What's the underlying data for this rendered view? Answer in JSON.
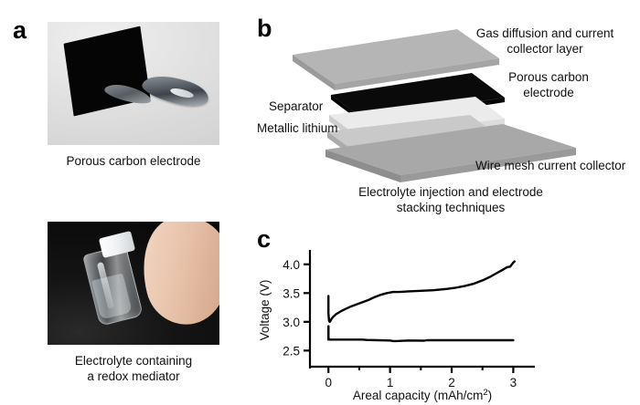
{
  "figure": {
    "panels": {
      "a": "a",
      "b": "b",
      "c": "c"
    }
  },
  "panel_a": {
    "photos": [
      {
        "name": "porous-carbon-electrode-photo",
        "caption": "Porous carbon electrode",
        "subject": "black square porous carbon electrode held by a metal spatula on a light gray background"
      },
      {
        "name": "electrolyte-vial-photo",
        "caption": "Electrolyte containing\na redox mediator",
        "subject": "clear glass vial with white cap held between fingers on a black background"
      }
    ]
  },
  "panel_b": {
    "layers": [
      {
        "id": "gas-diffusion-layer",
        "label": "Gas diffusion and current\ncollector layer",
        "color": "#b5b5b5"
      },
      {
        "id": "porous-carbon-electrode",
        "label": "Porous carbon\nelectrode",
        "color": "#0a0a0a"
      },
      {
        "id": "separator",
        "label": "Separator",
        "color": "#e8e8e8"
      },
      {
        "id": "metallic-lithium",
        "label": "Metallic lithium",
        "color": "#c9c9c9"
      },
      {
        "id": "wire-mesh-current-collector",
        "label": "Wire mesh current collector",
        "color": "#a8a8a8"
      }
    ],
    "process_caption": "Electrolyte injection and electrode\nstacking techniques"
  },
  "chart_data": {
    "type": "line",
    "title": "",
    "xlabel": "Areal capacity (mAh/cm",
    "xlabel_sup": "2",
    "xlabel_tail": ")",
    "ylabel": "Voltage (V)",
    "xlim": [
      -0.3,
      3.35
    ],
    "ylim": [
      2.22,
      4.25
    ],
    "xticks": [
      0,
      1,
      2,
      3
    ],
    "xtick_labels": [
      "0",
      "1",
      "2",
      "3"
    ],
    "xminor_ticks": [
      0.5,
      1.5,
      2.5
    ],
    "yticks": [
      2.5,
      3.0,
      3.5,
      4.0
    ],
    "ytick_labels": [
      "2.5",
      "3.0",
      "3.5",
      "4.0"
    ],
    "grid": false,
    "legend": "none",
    "series": [
      {
        "name": "charge",
        "color": "#000000",
        "x": [
          0.0,
          0.0,
          0.01,
          0.02,
          0.03,
          0.05,
          0.08,
          0.12,
          0.18,
          0.25,
          0.35,
          0.45,
          0.55,
          0.65,
          0.75,
          0.85,
          0.95,
          1.05,
          1.15,
          1.3,
          1.5,
          1.7,
          1.9,
          2.05,
          2.2,
          2.35,
          2.5,
          2.62,
          2.72,
          2.82,
          2.9,
          2.95,
          3.0,
          3.02
        ],
        "y": [
          3.45,
          3.15,
          3.02,
          3.0,
          3.01,
          3.05,
          3.09,
          3.13,
          3.17,
          3.21,
          3.26,
          3.3,
          3.34,
          3.38,
          3.43,
          3.47,
          3.5,
          3.52,
          3.52,
          3.53,
          3.54,
          3.55,
          3.57,
          3.59,
          3.62,
          3.66,
          3.72,
          3.78,
          3.84,
          3.9,
          3.95,
          3.96,
          4.03,
          4.05
        ]
      },
      {
        "name": "discharge",
        "color": "#000000",
        "x": [
          0.0,
          0.0,
          0.02,
          0.1,
          0.3,
          0.55,
          0.62,
          0.8,
          1.0,
          1.05,
          1.1,
          1.3,
          1.55,
          1.6,
          1.9,
          2.2,
          2.5,
          2.8,
          3.0
        ],
        "y": [
          2.92,
          2.72,
          2.69,
          2.69,
          2.69,
          2.69,
          2.685,
          2.68,
          2.675,
          2.665,
          2.665,
          2.675,
          2.672,
          2.68,
          2.68,
          2.68,
          2.68,
          2.68,
          2.68
        ]
      },
      {
        "name": "initial-drop",
        "color": "#000000",
        "x": [
          0.0,
          0.0
        ],
        "y": [
          2.92,
          2.69
        ]
      }
    ]
  }
}
